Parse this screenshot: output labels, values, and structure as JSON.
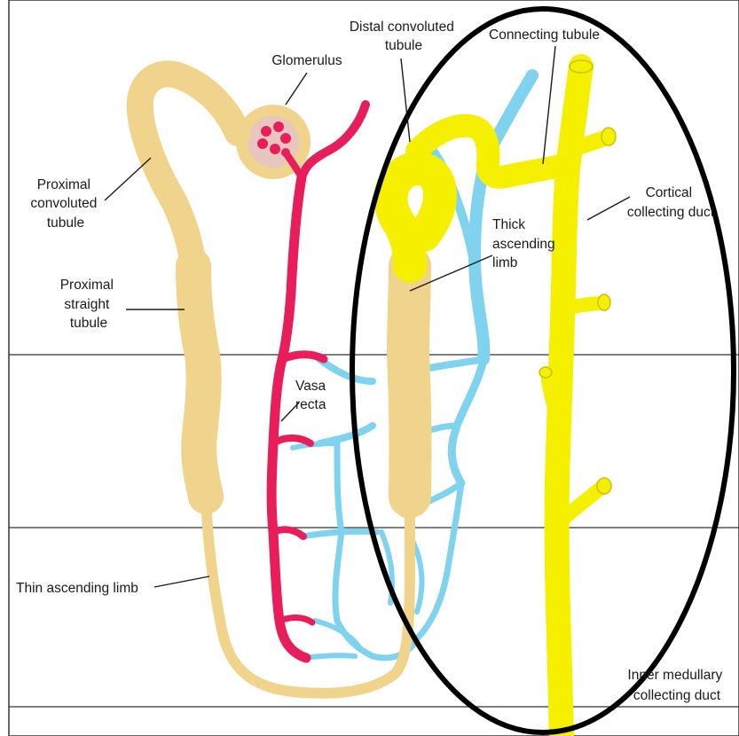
{
  "labels": {
    "distal_convoluted_tubule": [
      "Distal convoluted",
      "tubule"
    ],
    "connecting_tubule": "Connecting tubule",
    "glomerulus": "Glomerulus",
    "proximal_convoluted_tubule": [
      "Proximal",
      "convoluted",
      "tubule"
    ],
    "cortical_collecting_duct": [
      "Cortical",
      "collecting duct"
    ],
    "thick_ascending_limb": [
      "Thick",
      "ascending",
      "limb"
    ],
    "proximal_straight_tubule": [
      "Proximal",
      "straight",
      "tubule"
    ],
    "vasa_recta": [
      "Vasa",
      "recta"
    ],
    "thin_ascending_limb": "Thin ascending limb",
    "inner_medullary_collecting_duct": [
      "Inner medullary",
      "collecting duct"
    ]
  },
  "colors": {
    "nephron_tubule": "#f0d48c",
    "arterial_vessel": "#e81e5a",
    "venous_vessel": "#7fd3ee",
    "collecting_system": "#f5f000",
    "highlight_ellipse": "#000000",
    "zone_line": "#333333"
  }
}
